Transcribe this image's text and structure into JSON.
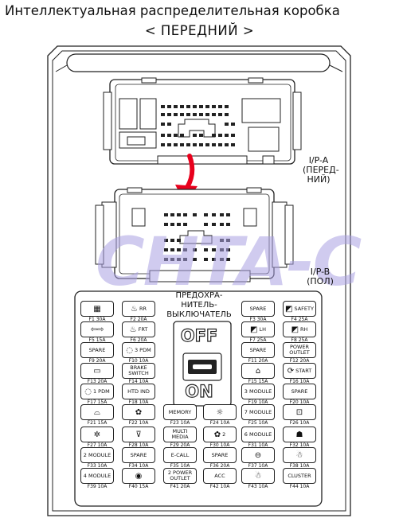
{
  "header": {
    "title": "Интеллектуальная распределительная коробка",
    "subtitle": "< ПЕРЕДНИЙ >"
  },
  "connectors": {
    "ipa_label": "I/P-A (ПЕРЕД-НИЙ)",
    "ipa_lines": [
      "I/P-A",
      "(ПЕРЕД-",
      "НИЙ)"
    ],
    "ipb_lines": [
      "I/P-B",
      "(ПОЛ)"
    ]
  },
  "switch": {
    "title_lines": [
      "ПРЕДОХРА-",
      "НИТЕЛЬ-",
      "ВЫКЛЮЧАТЕЛЬ"
    ],
    "off": "OFF",
    "on": "ON"
  },
  "watermark": "CHTA-C",
  "colors": {
    "arrow": "#e8001c",
    "watermark": "#b4aee6",
    "line": "#222222"
  },
  "fuses": {
    "F1": {
      "label": "",
      "icon": "rear-defrost-icon",
      "cap": "F1 30A"
    },
    "F2": {
      "label": "RR",
      "icon": "seat-heat-icon",
      "cap": "F2 20A"
    },
    "F3": {
      "label": "SPARE",
      "icon": "",
      "cap": "F3 30A"
    },
    "F4": {
      "label": "SAFETY",
      "icon": "power-window-icon",
      "cap": "F4 25A"
    },
    "F5": {
      "label": "",
      "icon": "turn-signal-icon",
      "cap": "F5 15A"
    },
    "F6": {
      "label": "FRT",
      "icon": "seat-heat-icon",
      "cap": "F6 20A"
    },
    "F7": {
      "label": "LH",
      "icon": "power-window-icon",
      "cap": "F7 25A"
    },
    "F8": {
      "label": "RH",
      "icon": "power-window-icon",
      "cap": "F8 25A"
    },
    "F9": {
      "label": "SPARE",
      "icon": "",
      "cap": "F9 20A"
    },
    "F10": {
      "label": "3 PDM",
      "icon": "ignition-icon",
      "cap": "F10 10A"
    },
    "F11": {
      "label": "SPARE",
      "icon": "",
      "cap": "F11 20A"
    },
    "F12": {
      "label": "POWER OUTLET",
      "icon": "",
      "cap": "F12 20A"
    },
    "F13": {
      "label": "",
      "icon": "car-icon",
      "cap": "F13 20A"
    },
    "F14": {
      "label": "BRAKE SWITCH",
      "icon": "",
      "cap": "F14 10A"
    },
    "F15": {
      "label": "",
      "icon": "key-car-icon",
      "cap": "F15 15A"
    },
    "F16": {
      "label": "START",
      "icon": "start-icon",
      "cap": "F16 10A"
    },
    "F17": {
      "label": "1 PDM",
      "icon": "ignition-icon",
      "cap": "F17 15A"
    },
    "F18": {
      "label": "HTD IND",
      "icon": "",
      "cap": "F18 10A"
    },
    "F19": {
      "label": "3 MODULE",
      "icon": "",
      "cap": "F19 10A"
    },
    "F20": {
      "label": "SPARE",
      "icon": "",
      "cap": "F20 10A"
    },
    "F21": {
      "label": "",
      "icon": "wiper-icon",
      "cap": "F21 15A"
    },
    "F22": {
      "label": "",
      "icon": "fan-icon",
      "cap": "F22 10A"
    },
    "F23": {
      "label": "MEMORY",
      "icon": "",
      "cap": "F23 10A"
    },
    "F24": {
      "label": "",
      "icon": "lamp-icon",
      "cap": "F24 10A"
    },
    "F25": {
      "label": "7 MODULE",
      "icon": "",
      "cap": "F25 10A"
    },
    "F26": {
      "label": "",
      "icon": "door-lock-icon",
      "cap": "F26 10A"
    },
    "F27": {
      "label": "",
      "icon": "gear-icon",
      "cap": "F27 10A"
    },
    "F28": {
      "label": "",
      "icon": "washer-icon",
      "cap": "F28 10A"
    },
    "F29": {
      "label": "MULTI MEDIA",
      "icon": "",
      "cap": "F29 20A"
    },
    "F30": {
      "label": "2",
      "icon": "fan-icon",
      "cap": "F30 10A"
    },
    "F31": {
      "label": "6 MODULE",
      "icon": "",
      "cap": "F31 10A"
    },
    "F32": {
      "label": "",
      "icon": "airbag-icon",
      "cap": "F32 10A"
    },
    "F33": {
      "label": "2 MODULE",
      "icon": "",
      "cap": "F33 10A"
    },
    "F34": {
      "label": "SPARE",
      "icon": "",
      "cap": "F34 10A"
    },
    "F35": {
      "label": "E-CALL",
      "icon": "",
      "cap": "F35 10A"
    },
    "F36": {
      "label": "SPARE",
      "icon": "",
      "cap": "F36 20A"
    },
    "F37": {
      "label": "",
      "icon": "steering-icon",
      "cap": "F37 10A"
    },
    "F38": {
      "label": "",
      "icon": "airbag-person-icon",
      "cap": "F38 10A"
    },
    "F39": {
      "label": "4 MODULE",
      "icon": "",
      "cap": "F39 10A"
    },
    "F40": {
      "label": "",
      "icon": "camera-icon",
      "cap": "F40 15A"
    },
    "F41": {
      "label": "2 POWER OUTLET",
      "icon": "",
      "cap": "F41 20A"
    },
    "F42": {
      "label": "ACC",
      "icon": "",
      "cap": "F42 10A"
    },
    "F43": {
      "label": "",
      "icon": "airbag-person-icon",
      "cap": "F43 10A"
    },
    "F44": {
      "label": "CLUSTER",
      "icon": "",
      "cap": "F44 10A"
    }
  }
}
